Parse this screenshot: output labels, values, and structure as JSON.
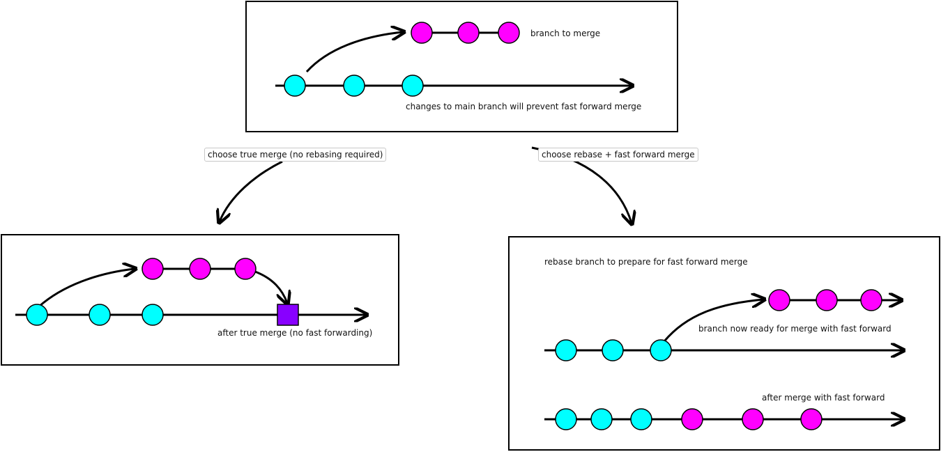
{
  "colors": {
    "main_commit": "#00ffff",
    "branch_commit": "#ff00ff",
    "merge_commit": "#8800ff",
    "line": "#000000"
  },
  "top_panel": {
    "branch_label": "branch to merge",
    "main_label": "changes to main branch will prevent fast forward merge"
  },
  "choice_left": {
    "label": "choose true merge (no rebasing required)"
  },
  "choice_right": {
    "label": "choose rebase + fast forward merge"
  },
  "left_panel": {
    "caption": "after true merge (no fast forwarding)"
  },
  "right_panel": {
    "title": "rebase branch to prepare for fast forward merge",
    "rebased_label": "branch now ready for merge with fast forward",
    "final_label": "after merge with fast forward"
  }
}
